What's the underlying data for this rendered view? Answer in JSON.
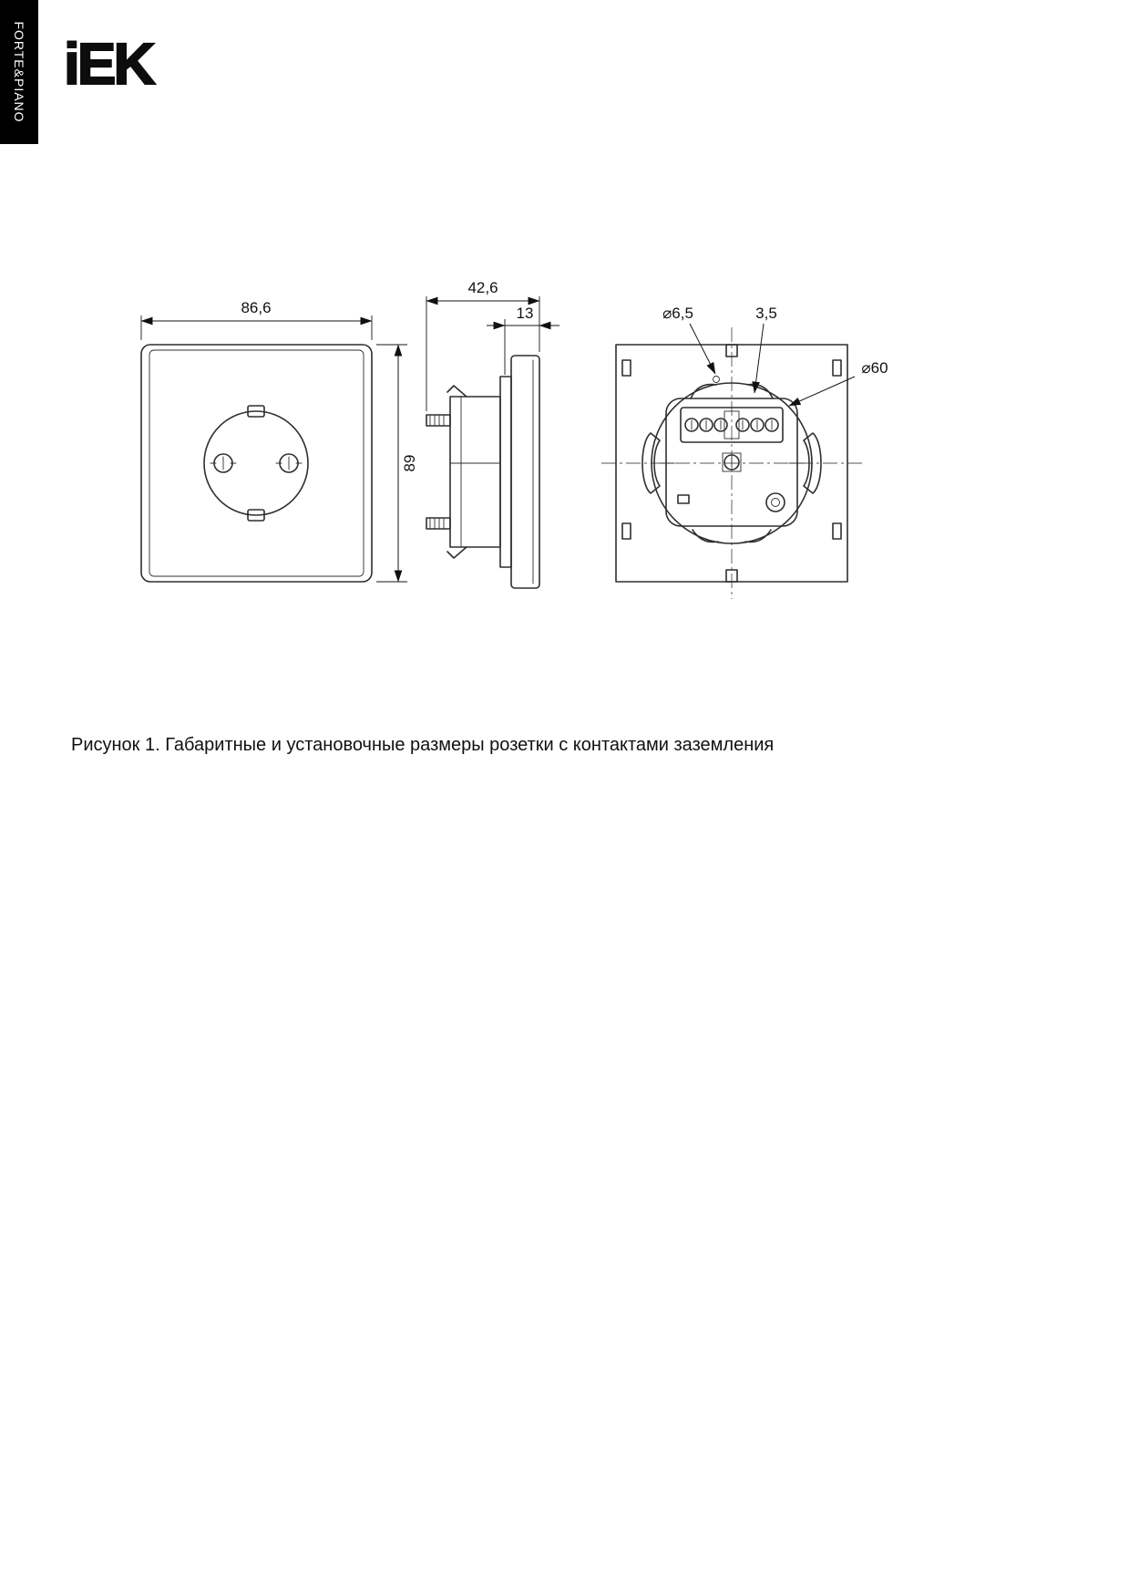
{
  "sidebar": {
    "label": "FORTE&PIANO"
  },
  "brand": {
    "logo": "iEK"
  },
  "figure": {
    "caption": "Рисунок 1. Габаритные и установочные размеры розетки с контактами заземления"
  },
  "dimensions": {
    "front_width": "86,6",
    "front_height": "89",
    "side_depth": "42,6",
    "side_front_depth": "13",
    "hole_diameter": "⌀6,5",
    "slot_width": "3,5",
    "mount_diameter": "⌀60"
  }
}
